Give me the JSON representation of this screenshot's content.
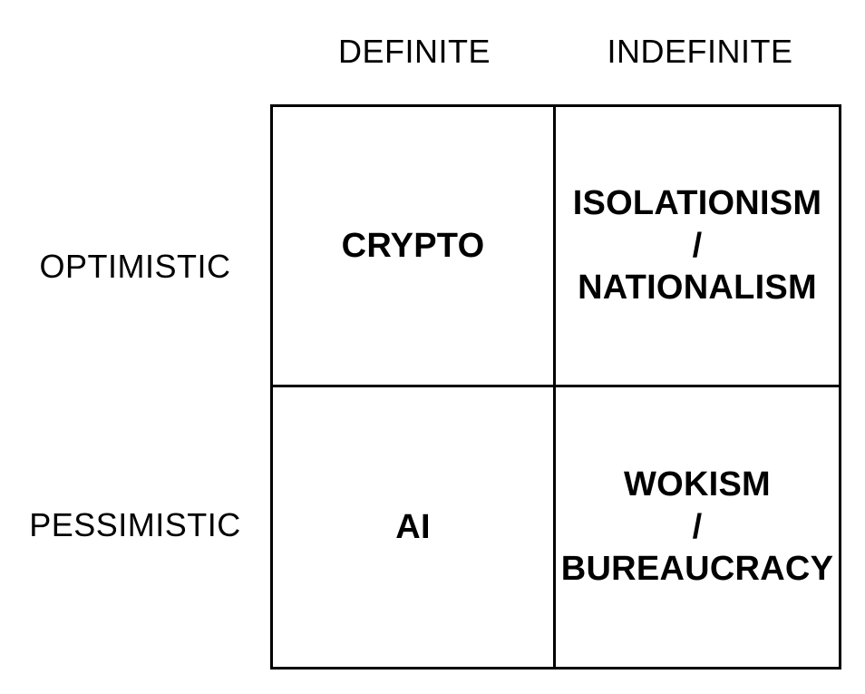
{
  "matrix": {
    "title": "definite-indefinite-optimistic-pessimistic-quadrant",
    "columns": [
      {
        "label": "DEFINITE"
      },
      {
        "label": "INDEFINITE"
      }
    ],
    "rows": [
      {
        "label": "OPTIMISTIC"
      },
      {
        "label": "PESSIMISTIC"
      }
    ],
    "cells": [
      {
        "row": "OPTIMISTIC",
        "column": "DEFINITE",
        "label": "CRYPTO"
      },
      {
        "row": "OPTIMISTIC",
        "column": "INDEFINITE",
        "label": "ISOLATIONISM\n/\nNATIONALISM"
      },
      {
        "row": "PESSIMISTIC",
        "column": "DEFINITE",
        "label": "AI"
      },
      {
        "row": "PESSIMISTIC",
        "column": "INDEFINITE",
        "label": "WOKISM\n/\nBUREAUCRACY"
      }
    ],
    "colors": {
      "background": "#ffffff",
      "line": "#000000",
      "text": "#000000"
    }
  }
}
